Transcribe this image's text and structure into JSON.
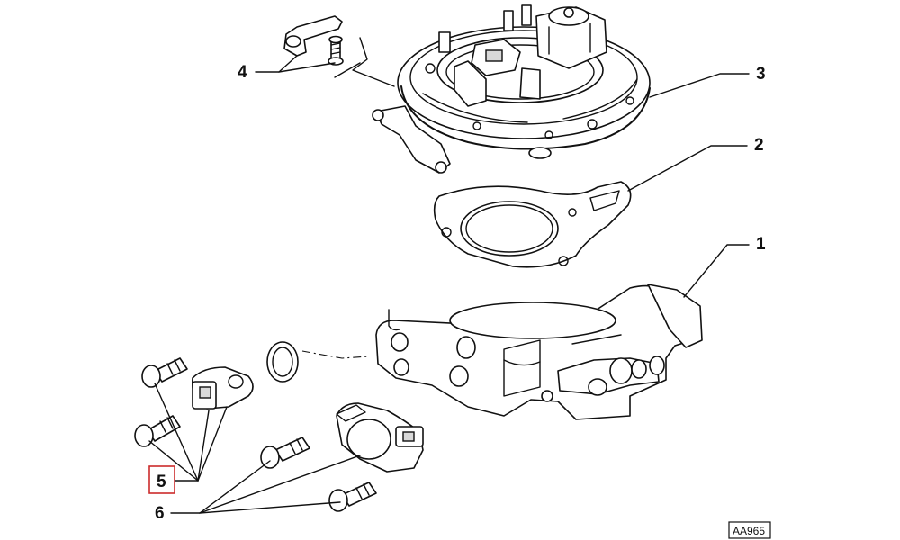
{
  "diagram": {
    "callouts": [
      "1",
      "2",
      "3",
      "4",
      "5",
      "6"
    ],
    "highlighted_callout": "5",
    "highlight_color": "#cc2b2b",
    "reference_code": "AA965"
  }
}
